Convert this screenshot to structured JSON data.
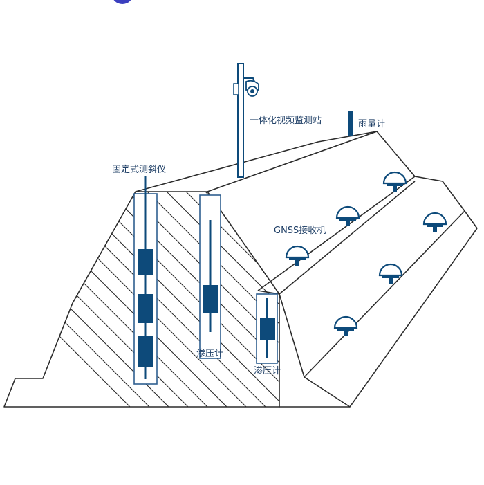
{
  "labels": {
    "video_station": "一体化视频监测站",
    "rain_gauge": "雨量计",
    "inclinometer": "固定式测斜仪",
    "gnss_receiver": "GNSS接收机",
    "piezometer_left": "渗压计",
    "piezometer_right": "渗压计"
  },
  "colors": {
    "equipment": "#0d4a7a",
    "tube_outline": "#2f5f8f",
    "text": "#1f3f66",
    "slope_outline": "#2b2b2b",
    "top_accent": "#3b3fbf"
  },
  "icons": {
    "camera": "ptz-camera-icon",
    "gnss": "gnss-dome-icon"
  }
}
